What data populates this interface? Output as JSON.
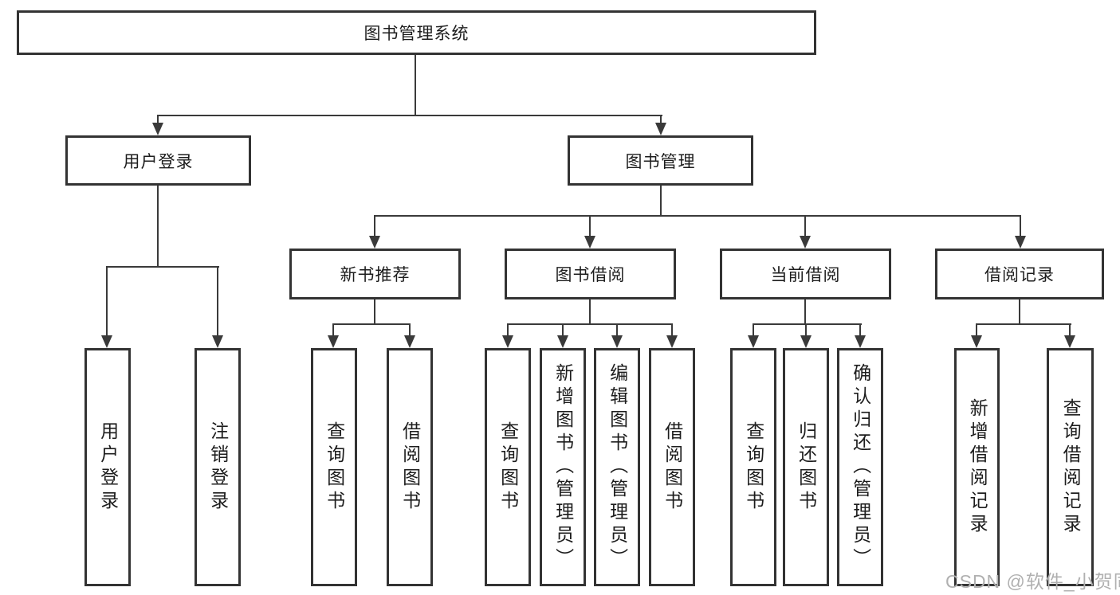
{
  "diagram_type": "hierarchy-tree",
  "colors": {
    "box_border": "#333333",
    "connector_line": "#3a3a3a",
    "text": "#1d1d1d",
    "watermark": "#b0b0b0",
    "background": "#ffffff"
  },
  "watermark": {
    "text": "CSDN @软件_小贺同学"
  },
  "tree": {
    "label": "图书管理系统",
    "children": [
      {
        "label": "用户登录",
        "children": [
          {
            "label": "用户登录"
          },
          {
            "label": "注销登录"
          }
        ]
      },
      {
        "label": "图书管理",
        "children": [
          {
            "label": "新书推荐",
            "children": [
              {
                "label": "查询图书"
              },
              {
                "label": "借阅图书"
              }
            ]
          },
          {
            "label": "图书借阅",
            "children": [
              {
                "label": "查询图书"
              },
              {
                "label": "新增图书（管理员）"
              },
              {
                "label": "编辑图书（管理员）"
              },
              {
                "label": "借阅图书"
              }
            ]
          },
          {
            "label": "当前借阅",
            "children": [
              {
                "label": "查询图书"
              },
              {
                "label": "归还图书"
              },
              {
                "label": "确认归还（管理员）"
              }
            ]
          },
          {
            "label": "借阅记录",
            "children": [
              {
                "label": "新增借阅记录"
              },
              {
                "label": "查询借阅记录"
              }
            ]
          }
        ]
      }
    ]
  }
}
